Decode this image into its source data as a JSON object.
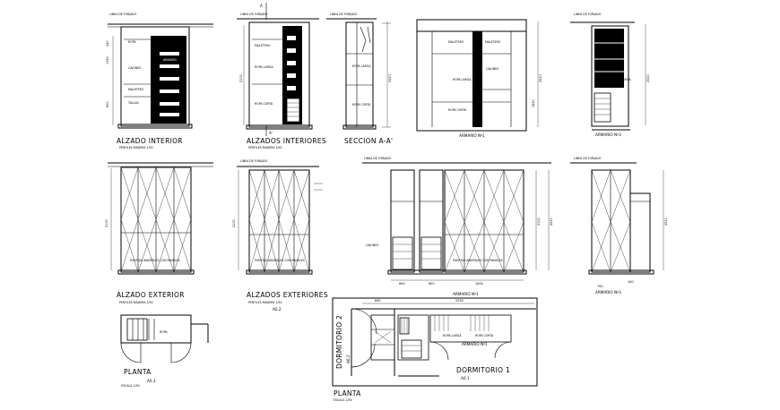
{
  "titles": {
    "alzado_interior": "ALZADO INTERIOR",
    "alzados_interiores": "ALZADOS INTERIORES",
    "seccion": "SECCION A-A'",
    "alzado_exterior": "ALZADO EXTERIOR",
    "alzados_exteriores": "ALZADOS EXTERIORES",
    "alzados_exteriores_code": "A0.2",
    "planta_small": "PLANTA",
    "planta_small_code": "A0.3",
    "planta_main": "PLANTA",
    "planta_main_scale": "ESCALA 1/50",
    "dormitorio_1": "DORMITORIO 1",
    "dormitorio_1_code": "A0.1",
    "dormitorio_2": "DORMITORIO 2",
    "dormitorio_2_code": "A0.2"
  },
  "labels": {
    "armario_1": "ARMARIO Nº1",
    "armario_3": "ARMARIO Nº3",
    "linea_forjado": "LINEA DE FORJADO",
    "ropa_larga": "ROPA LARGA",
    "ropa_corta": "ROPA CORTA",
    "cajones": "CAJONES",
    "maletero": "MALETERO",
    "puertas": "PUERTAS ABATIBLES CON PANELES",
    "ref_a": "A",
    "ref_a_prime": "A'",
    "scale_note": "ESCALA 1/50"
  },
  "dimensions": [
    "2520",
    "2100",
    "1950",
    "240",
    "1780",
    "600",
    "2230",
    "700",
    "1000",
    "890"
  ]
}
